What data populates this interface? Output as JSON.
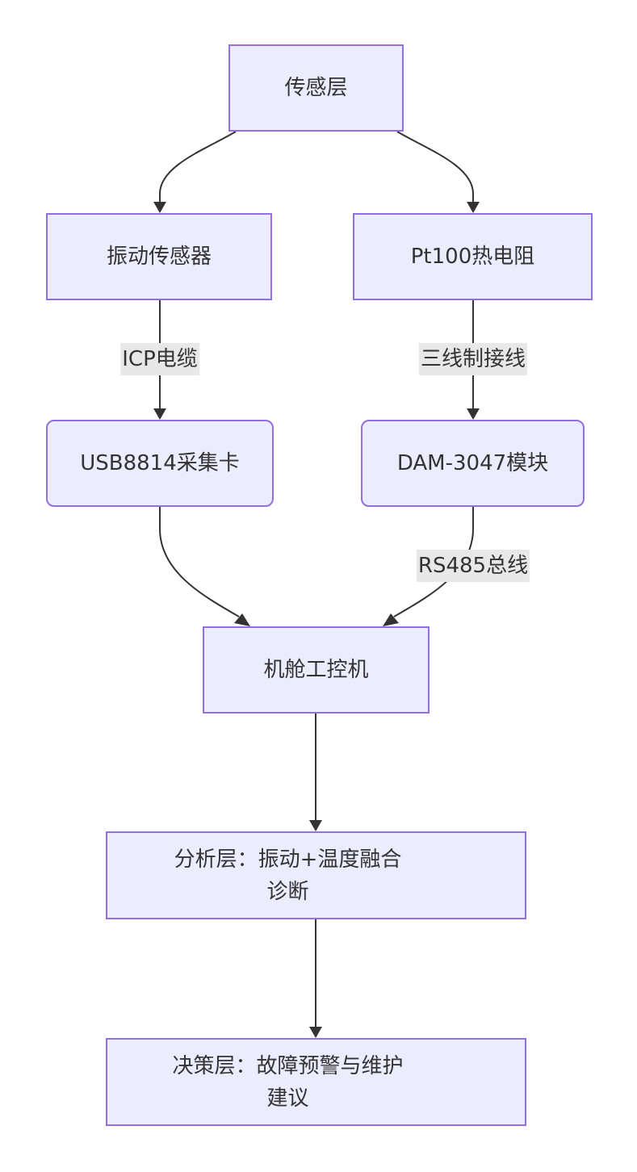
{
  "diagram": {
    "nodes": [
      {
        "id": "sensing",
        "label": "传感层"
      },
      {
        "id": "vib_sensor",
        "label": "振动传感器"
      },
      {
        "id": "pt100",
        "label": "Pt100热电阻"
      },
      {
        "id": "usb8814",
        "label": "USB8814采集卡"
      },
      {
        "id": "dam3047",
        "label": "DAM-3047模块"
      },
      {
        "id": "ipc",
        "label": "机舱工控机"
      },
      {
        "id": "analysis",
        "label": "分析层：振动+温度融合诊断"
      },
      {
        "id": "decision",
        "label": "决策层：故障预警与维护建议"
      }
    ],
    "edges": [
      {
        "from": "sensing",
        "to": "vib_sensor",
        "label": ""
      },
      {
        "from": "sensing",
        "to": "pt100",
        "label": ""
      },
      {
        "from": "vib_sensor",
        "to": "usb8814",
        "label": "ICP电缆"
      },
      {
        "from": "pt100",
        "to": "dam3047",
        "label": "三线制接线"
      },
      {
        "from": "usb8814",
        "to": "ipc",
        "label": ""
      },
      {
        "from": "dam3047",
        "to": "ipc",
        "label": "RS485总线"
      },
      {
        "from": "ipc",
        "to": "analysis",
        "label": ""
      },
      {
        "from": "analysis",
        "to": "decision",
        "label": ""
      }
    ]
  },
  "colors": {
    "node_fill": "#ececff",
    "node_border": "#9370db",
    "edge": "#333333",
    "label_bg": "#e8e8e8",
    "text": "#333333"
  }
}
